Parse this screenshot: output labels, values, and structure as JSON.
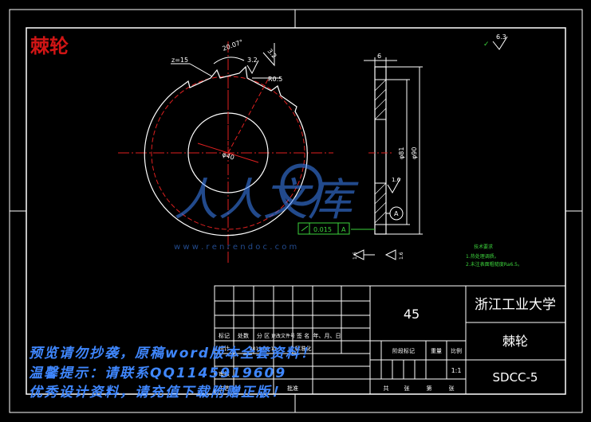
{
  "part_label": "棘轮",
  "annotations": {
    "teeth": "z=15",
    "angle": "20.07°",
    "rough_a": "3.2",
    "rough_b": "3.2",
    "radius": "R0.5",
    "inner_dia": "φ40",
    "surface_finish": "6.3",
    "width": "6",
    "outer_dia_a": "φ81",
    "outer_dia_b": "φ90",
    "rough_side": "1.6",
    "datum": "A",
    "tolerance_value": "0.015",
    "tolerance_datum": "A",
    "left_mark": "1.6",
    "right_mark": "1.6",
    "notes_title": "技术要求",
    "note_1": "1.热处理调质。",
    "note_2": "2.未注表面粗糙度Ra6.5。"
  },
  "title_block": {
    "material": "45",
    "school": "浙江工业大学",
    "part_name": "棘轮",
    "drawing_no": "SDCC-5",
    "scale": "1:1",
    "revision_headers": [
      "标记",
      "处数",
      "分 区",
      "更改文件号",
      "签 名",
      "年、月、日"
    ],
    "revision_row": [
      "设计",
      "",
      "2012.05.11",
      "标准化",
      "",
      ""
    ],
    "role_review": "审核",
    "role_process": "工艺",
    "approve": "批准",
    "stage_headers": [
      "阶段标记",
      "重量",
      "比例"
    ],
    "sheet_footer": [
      "共",
      "张",
      "第",
      "张"
    ]
  },
  "watermark_brand": "人人文库",
  "watermark_url": "w w w . r e n r e n d o c . c o m",
  "overlay_lines": [
    "预览请勿抄袭，原稿word版本全套资料！",
    "温馨提示：请联系QQ1145919609",
    "优秀设计资料，请充值下载附赠正版！"
  ]
}
